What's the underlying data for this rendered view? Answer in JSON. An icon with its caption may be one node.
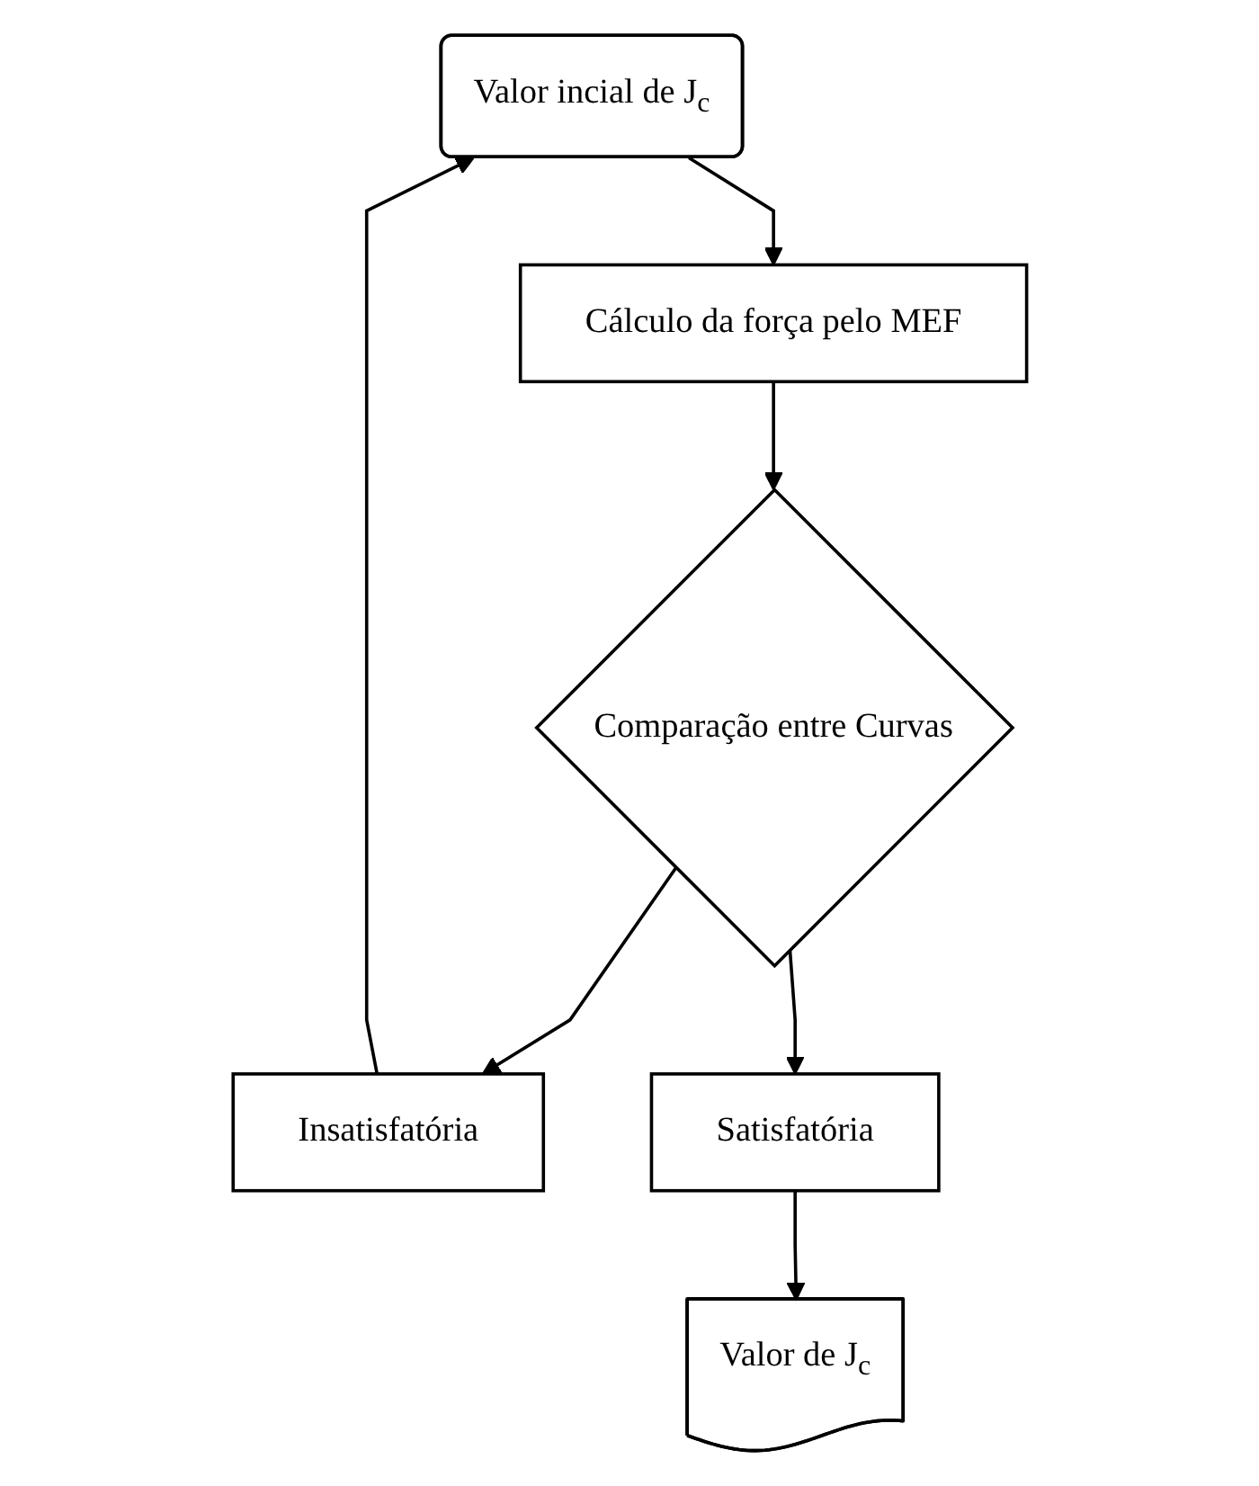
{
  "diagram": {
    "nodes": [
      {
        "text": [
          "Valor incial de J$_{c}$"
        ]
      },
      {
        "text": [
          "Cálculo da força pelo MEF"
        ]
      },
      {
        "text": [
          "Comparação entre Curvas"
        ]
      },
      {
        "text": [
          "Insatisfatória"
        ]
      },
      {
        "text": [
          "Satisfatória"
        ]
      },
      {
        "text": [
          "Valor de J$_{c}$"
        ]
      }
    ],
    "edges": [
      {
        "from": 0,
        "to": 1,
        "arrow": "to"
      },
      {
        "from": 1,
        "to": 2,
        "arrow": "to"
      },
      {
        "from": 2,
        "to": 3,
        "arrow": "to"
      },
      {
        "from": 3,
        "to": 0,
        "arrow": "to"
      },
      {
        "from": 2,
        "to": 4,
        "arrow": "to"
      },
      {
        "from": 4,
        "to": 5,
        "arrow": "to"
      }
    ]
  }
}
